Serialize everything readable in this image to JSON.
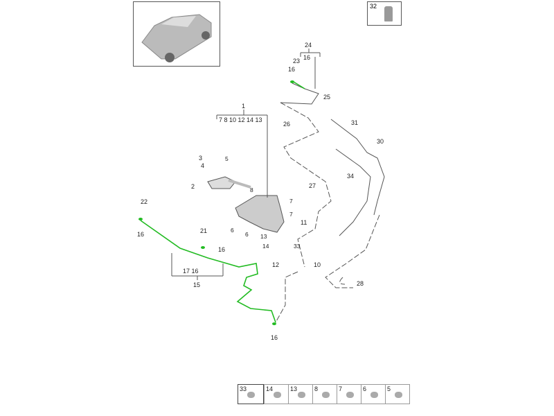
{
  "title": "Windshield washer system parts diagram",
  "thumbnail": {
    "label": "vehicle-overview"
  },
  "accessory_box": {
    "number": "32"
  },
  "callouts": {
    "c1": "1",
    "c1_group": "7 8 10 12 14 13",
    "c2": "2",
    "c3": "3",
    "c4": "4",
    "c5": "5",
    "c6a": "6",
    "c6b": "6",
    "c7a": "7",
    "c7b": "7",
    "c8": "8",
    "c10": "10",
    "c11": "11",
    "c12": "12",
    "c13": "13",
    "c14": "14",
    "c15": "15",
    "c15_group": "17 16",
    "c16a": "16",
    "c16b": "16",
    "c16c": "16",
    "c16d": "16",
    "c21": "21",
    "c22": "22",
    "c23": "23",
    "c24": "24",
    "c24_group": "16",
    "c25": "25",
    "c26": "26",
    "c27": "27",
    "c28": "28",
    "c30": "30",
    "c31": "31",
    "c33": "33",
    "c34": "34"
  },
  "legend_strip": [
    {
      "number": "33"
    },
    {
      "number": "14"
    },
    {
      "number": "13"
    },
    {
      "number": "8"
    },
    {
      "number": "7"
    },
    {
      "number": "6"
    },
    {
      "number": "5"
    }
  ],
  "colors": {
    "highlight": "#22bb22",
    "line": "#555555"
  }
}
